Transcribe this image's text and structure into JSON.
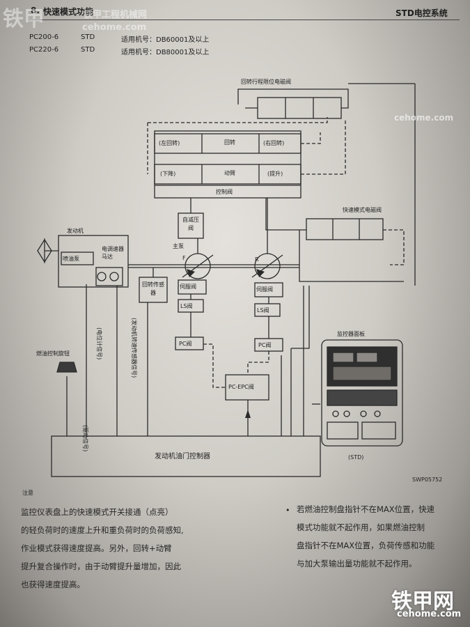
{
  "header": {
    "section_title": "快速模式功能",
    "system_title": "STD电控系统",
    "models": [
      {
        "model": "PC200-6",
        "type": "STD",
        "serial": "适用机号：DB60001及以上"
      },
      {
        "model": "PC220-6",
        "type": "STD",
        "serial": "适用机号：DB80001及以上"
      }
    ]
  },
  "diagram": {
    "swing_lock_valve": "回转行程限位电磁阀",
    "swing_left": "(左回转)",
    "swing": "回转",
    "swing_right": "(右回转)",
    "boom_lower": "(下降)",
    "boom": "动臂",
    "boom_raise": "(提升)",
    "control_valve": "控制阀",
    "self_reducing_valve": "自减压阀",
    "quick_mode_solenoid": "快速模式电磁阀",
    "engine": "发动机",
    "injection_pump": "喷油泵",
    "governor_motor": "电调速器马达",
    "main_pump": "主泵",
    "pump_f": "F",
    "pump_r": "R",
    "swing_sensor": "回转传感器",
    "servo_valve": "伺服阀",
    "ls_valve": "LS阀",
    "pc_valve": "PC阀",
    "pc_epc_valve": "PC-EPC阀",
    "fuel_dial": "燃油控制旋钮",
    "drive_signal": "(驱动信号)",
    "potentiometer_signal": "(电位计信号)",
    "speed_sensor_signal": "(发动机转速传感器信号)",
    "monitor_panel": "监控器面板",
    "std_label": "(STD)",
    "controller": "发动机油门控制器",
    "figure_code": "SWP05752"
  },
  "notes": {
    "heading": "注意",
    "bullet": "•",
    "left_lines": [
      "监控仪表盘上的快速模式开关接通（点亮）",
      "的轻负荷时的速度上升和重负荷时的负荷感知,",
      "作业模式获得速度提高。另外，回转+动臂",
      "提升复合操作时，由于动臂提升量增加，因此",
      "也获得速度提高。"
    ],
    "right_lines": [
      "若燃油控制盘指针不在MAX位置，快速",
      "模式功能就不起作用，如果燃油控制",
      "盘指针不在MAX位置，负荷传感和功能",
      "与加大泵输出量功能就不起作用。"
    ]
  },
  "watermarks": {
    "top_brand": "铁甲",
    "top_site": "铁甲工程机械网",
    "top_url": "cehome.com",
    "right_url": "cehome.com",
    "bottom_brand": "铁甲网",
    "bottom_url": "cehome.com"
  }
}
